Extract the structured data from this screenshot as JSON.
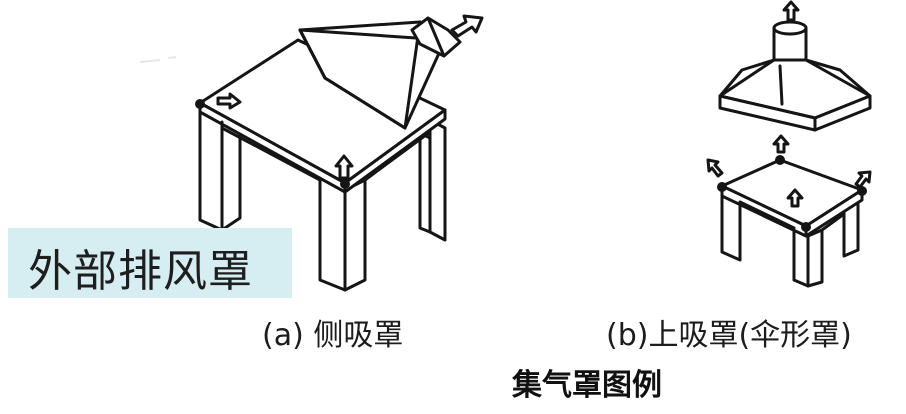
{
  "badge": {
    "label": "外部排风罩"
  },
  "captions": {
    "a": "(a) 侧吸罩",
    "b": "(b)上吸罩(伞形罩)"
  },
  "figure_title": "集气罩图例",
  "colors": {
    "badge_bg": "#d6eef1",
    "ink": "#151515",
    "background": "#ffffff"
  }
}
